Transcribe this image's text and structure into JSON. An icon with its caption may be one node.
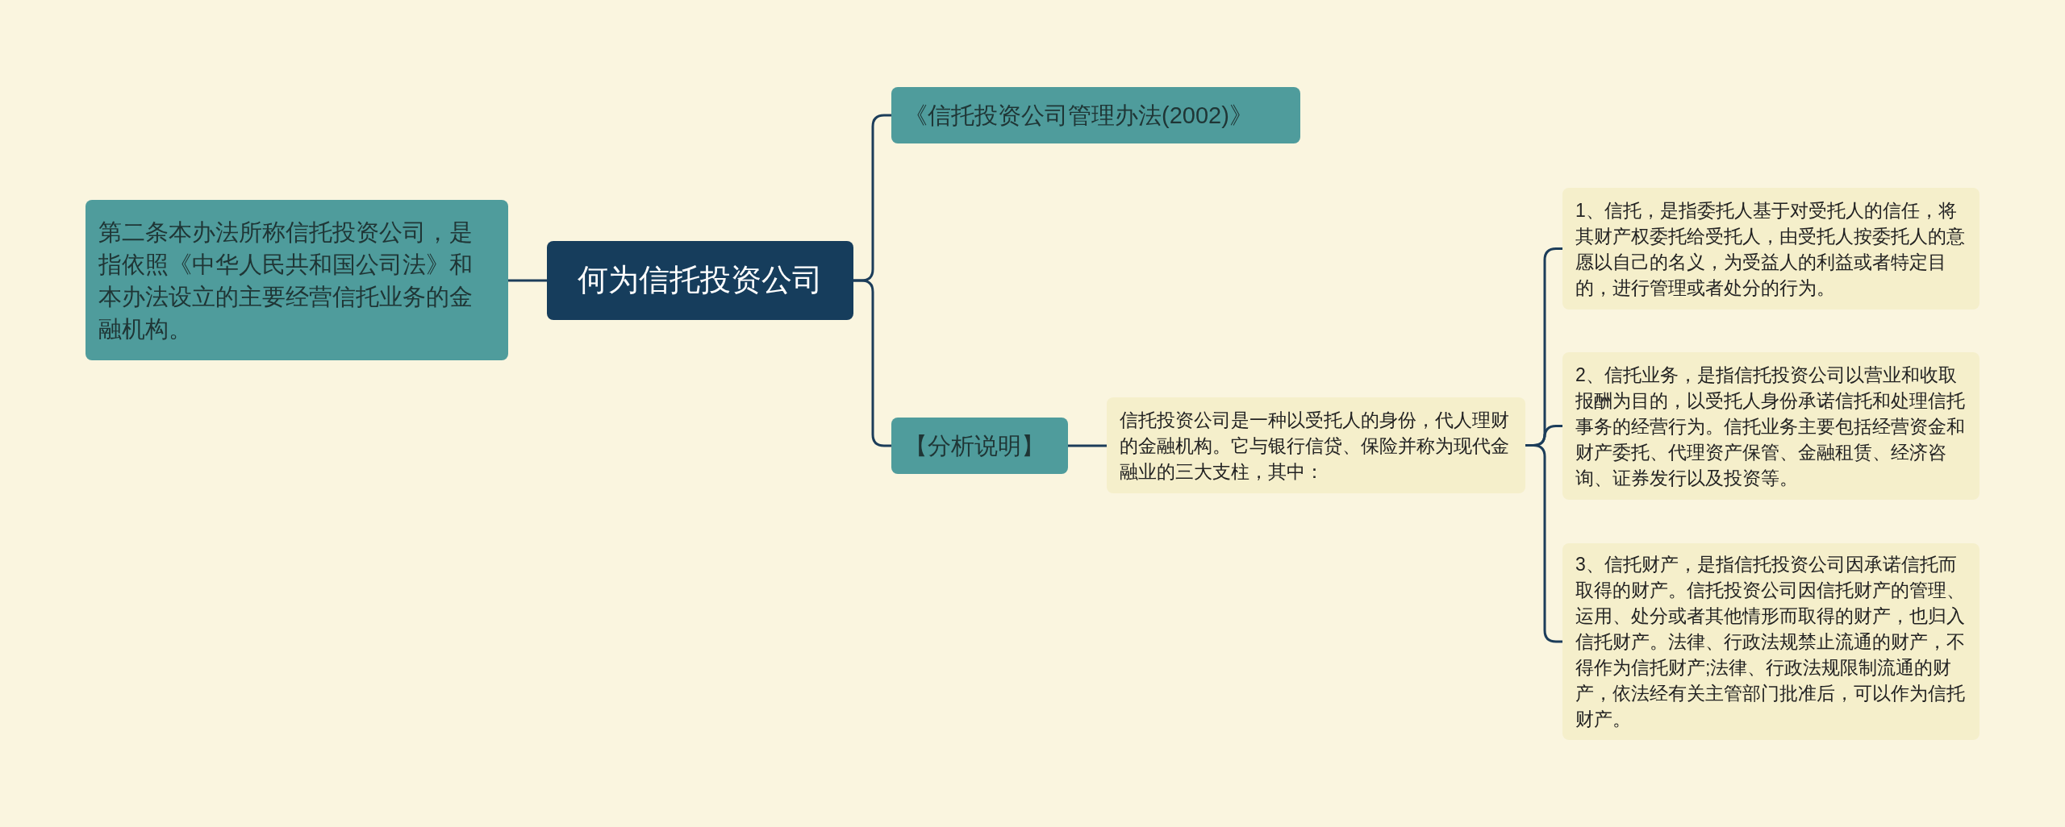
{
  "diagram": {
    "nodes": [
      {
        "text": [
          "何为信托投资公司"
        ]
      },
      {
        "text": [
          "第二条本办法所称信托投资公司，是指依照《中华人民共和国公司法》和本办法设立的主要经营信托业务的金融机构。"
        ]
      },
      {
        "text": [
          "《信托投资公司管理办法(2002)》"
        ]
      },
      {
        "text": [
          "【分析说明】"
        ]
      },
      {
        "text": [
          "信托投资公司是一种以受托人的身份，代人理财的金融机构。它与银行信贷、保险并称为现代金融业的三大支柱，其中："
        ]
      },
      {
        "text": [
          "1、信托，是指委托人基于对受托人的信任，将其财产权委托给受托人，由受托人按委托人的意愿以自己的名义，为受益人的利益或者特定目的，进行管理或者处分的行为。"
        ]
      },
      {
        "text": [
          "2、信托业务，是指信托投资公司以营业和收取报酬为目的，以受托人身份承诺信托和处理信托事务的经营行为。信托业务主要包括经营资金和财产委托、代理资产保管、金融租赁、经济咨询、证券发行以及投资等。"
        ]
      },
      {
        "text": [
          "3、信托财产，是指信托投资公司因承诺信托而取得的财产。信托投资公司因信托财产的管理、运用、处分或者其他情形而取得的财产，也归入信托财产。法律、行政法规禁止流通的财产，不得作为信托财产;法律、行政法规限制流通的财产，依法经有关主管部门批准后，可以作为信托财产。"
        ]
      }
    ],
    "edges": [
      {
        "from": 0,
        "to": 1,
        "arrow": "none"
      },
      {
        "from": 0,
        "to": 2,
        "arrow": "none"
      },
      {
        "from": 0,
        "to": 3,
        "arrow": "none"
      },
      {
        "from": 3,
        "to": 4,
        "arrow": "none"
      },
      {
        "from": 4,
        "to": 5,
        "arrow": "none"
      },
      {
        "from": 4,
        "to": 6,
        "arrow": "none"
      },
      {
        "from": 4,
        "to": 7,
        "arrow": "none"
      }
    ]
  }
}
